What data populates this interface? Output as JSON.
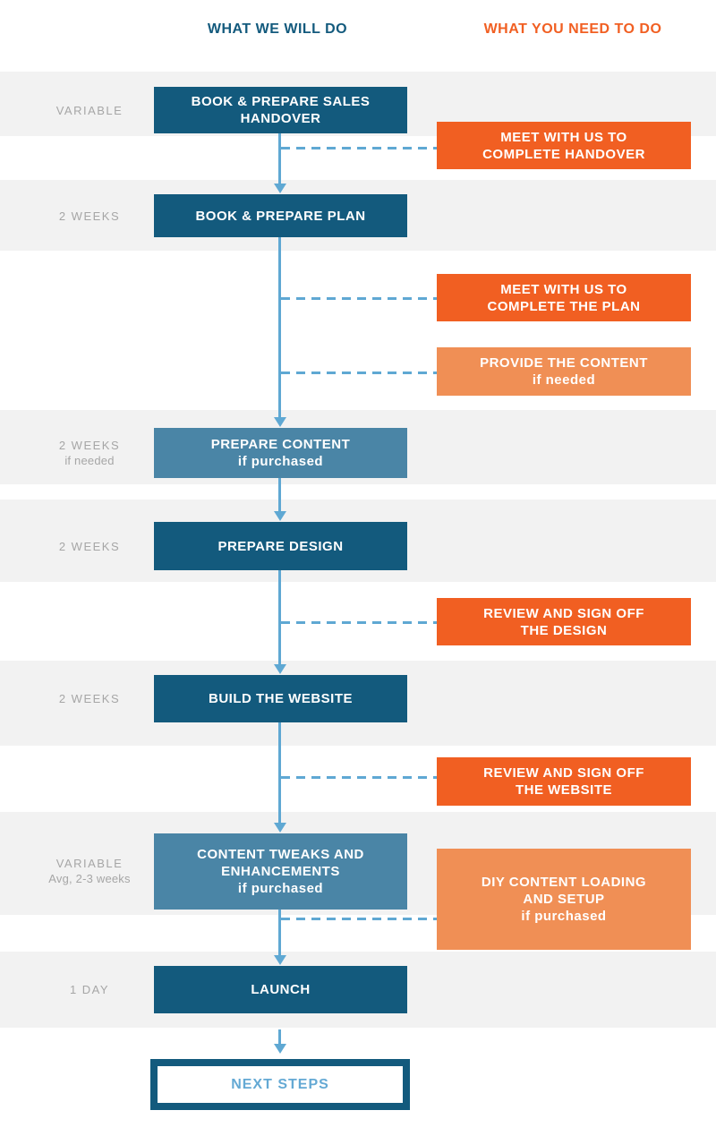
{
  "header": {
    "we_column": "WHAT WE WILL DO",
    "you_column": "WHAT YOU NEED TO DO"
  },
  "colors": {
    "dark-blue": "#135A7D",
    "mid-blue": "#4A85A6",
    "orange": "#F15F22",
    "light-orange": "#F08F55",
    "connector": "#5FA8D3",
    "band": "#F2F2F2",
    "label": "#A6A6A6",
    "next-text": "#64A9D4"
  },
  "timeline": [
    {
      "duration": "VARIABLE",
      "note": ""
    },
    {
      "duration": "2 WEEKS",
      "note": ""
    },
    {
      "duration": "2 WEEKS",
      "note": "if needed"
    },
    {
      "duration": "2 WEEKS",
      "note": ""
    },
    {
      "duration": "2 WEEKS",
      "note": ""
    },
    {
      "duration": "VARIABLE",
      "note": "Avg, 2-3 weeks"
    },
    {
      "duration": "1 DAY",
      "note": ""
    }
  ],
  "we_steps": [
    {
      "title": "BOOK & PREPARE SALES\nHANDOVER",
      "sub": ""
    },
    {
      "title": "BOOK & PREPARE PLAN",
      "sub": ""
    },
    {
      "title": "PREPARE CONTENT",
      "sub": "if purchased"
    },
    {
      "title": "PREPARE DESIGN",
      "sub": ""
    },
    {
      "title": "BUILD THE WEBSITE",
      "sub": ""
    },
    {
      "title": "CONTENT TWEAKS AND\nENHANCEMENTS",
      "sub": "if purchased"
    },
    {
      "title": "LAUNCH",
      "sub": ""
    }
  ],
  "you_actions": [
    {
      "title": "MEET WITH US TO\nCOMPLETE HANDOVER",
      "sub": ""
    },
    {
      "title": "MEET WITH US TO\nCOMPLETE THE PLAN",
      "sub": ""
    },
    {
      "title": "PROVIDE THE CONTENT",
      "sub": "if needed"
    },
    {
      "title": "REVIEW AND SIGN OFF\nTHE DESIGN",
      "sub": ""
    },
    {
      "title": "REVIEW AND SIGN OFF\nTHE WEBSITE",
      "sub": ""
    },
    {
      "title": "DIY CONTENT LOADING\nAND SETUP",
      "sub": "if purchased"
    }
  ],
  "next_steps": {
    "label": "NEXT STEPS"
  }
}
